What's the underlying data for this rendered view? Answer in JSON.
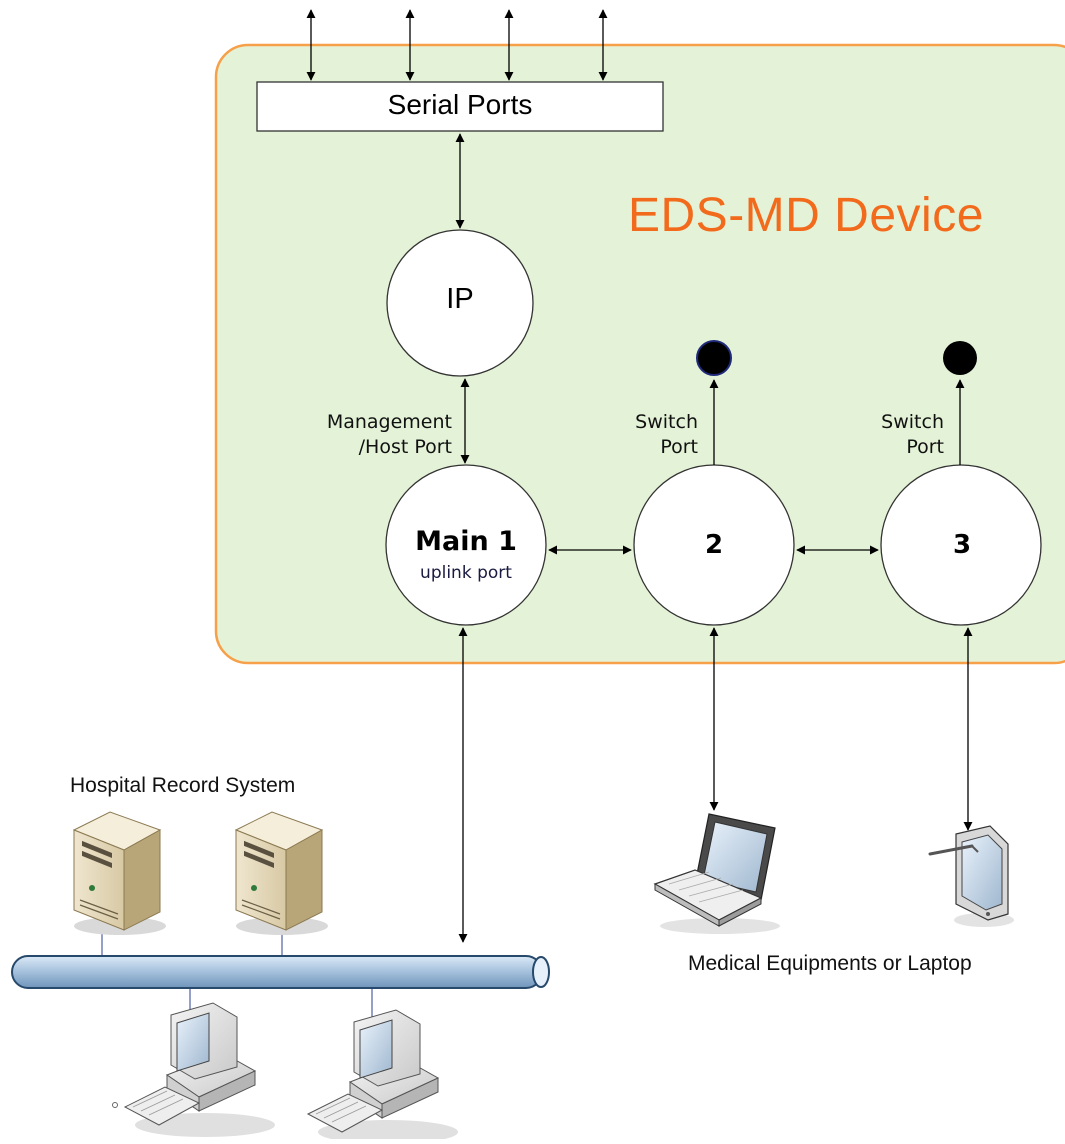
{
  "device": {
    "title": "EDS-MD Device",
    "serial_ports": "Serial Ports",
    "ip": "IP",
    "main_port": {
      "name": "Main 1",
      "sub": "uplink port"
    },
    "port2": "2",
    "port3": "3",
    "mgmt_label_1": "Management",
    "mgmt_label_2": "/Host Port",
    "switch2_label_1": "Switch",
    "switch2_label_2": "Port",
    "switch3_label_1": "Switch",
    "switch3_label_2": "Port"
  },
  "network": {
    "hospital_label": "Hospital Record System",
    "medical_label": "Medical Equipments or Laptop"
  },
  "colors": {
    "device_fill": "#e4f3d7",
    "device_border": "#f7a04a",
    "title": "#f26b1d",
    "bus": "#bcd4ea",
    "bus_stroke": "#27496b",
    "port2_dot_border": "#1f2a7a"
  },
  "icons": [
    "server-icon",
    "workstation-icon",
    "laptop-icon",
    "tablet-icon"
  ]
}
